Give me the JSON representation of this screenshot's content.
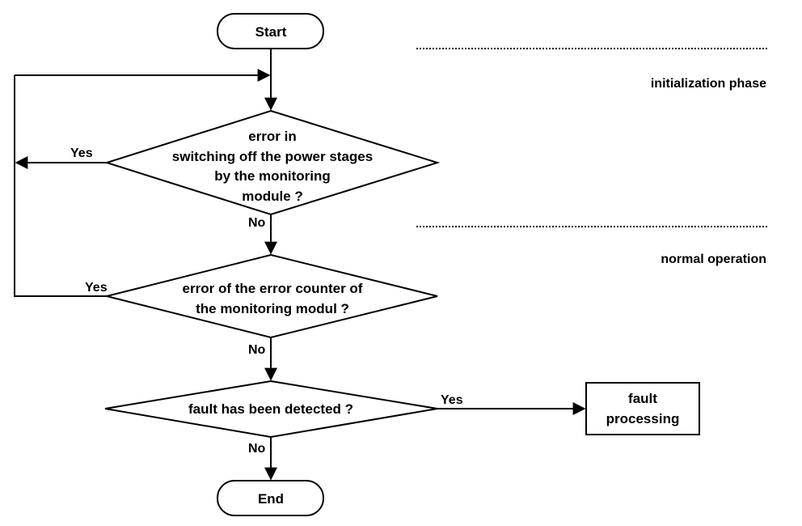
{
  "nodes": {
    "start": "Start",
    "decision1": [
      "error in",
      "switching off the power stages",
      "by the monitoring",
      "module ?"
    ],
    "decision2": [
      "error of the error counter of",
      "the monitoring modul ?"
    ],
    "decision3": "fault has been detected ?",
    "fault_processing": [
      "fault",
      "processing"
    ],
    "end": "End"
  },
  "edges": {
    "d1_yes": "Yes",
    "d1_no": "No",
    "d2_yes": "Yes",
    "d2_no": "No",
    "d3_yes": "Yes",
    "d3_no": "No"
  },
  "phases": {
    "initialization": "initialization phase",
    "normal": "normal operation"
  }
}
